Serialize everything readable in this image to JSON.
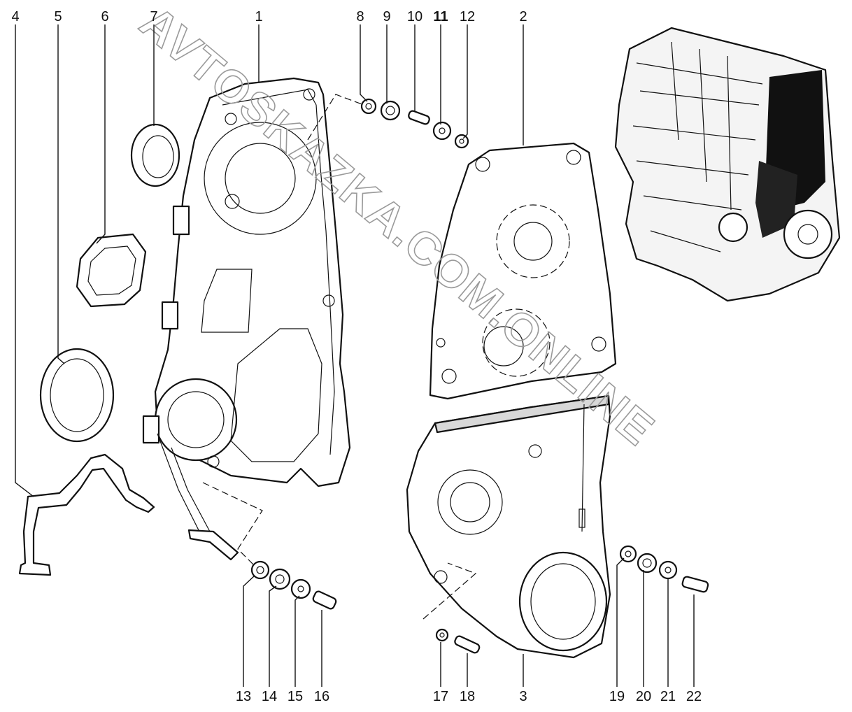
{
  "diagram": {
    "labels": {
      "p1": "1",
      "p2": "2",
      "p3": "3",
      "p4": "4",
      "p5": "5",
      "p6": "6",
      "p7": "7",
      "p8": "8",
      "p9": "9",
      "p10": "10",
      "p11": "11",
      "p12": "12",
      "p13": "13",
      "p14": "14",
      "p15": "15",
      "p16": "16",
      "p17": "17",
      "p18": "18",
      "p19": "19",
      "p20": "20",
      "p21": "21",
      "p22": "22"
    },
    "watermark": "AVTOSKAZKA.COM.ONLINE"
  }
}
